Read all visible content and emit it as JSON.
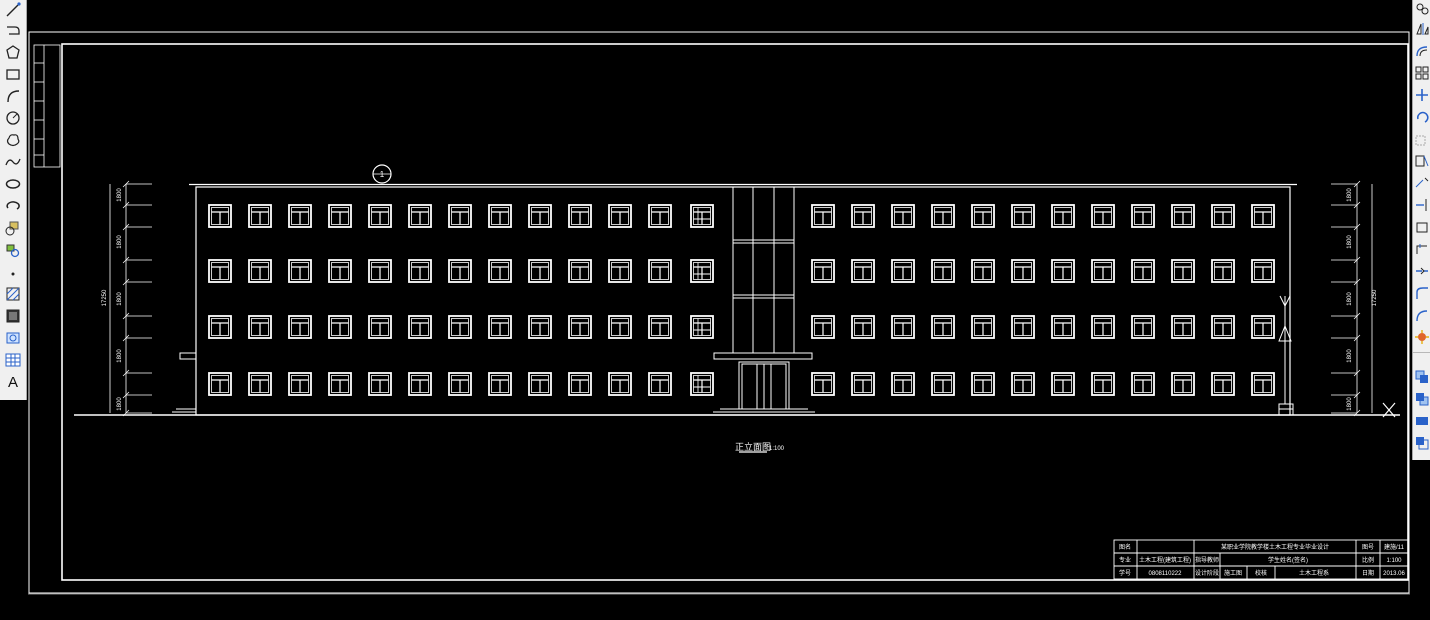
{
  "drawing": {
    "elevation_title": "正立面图",
    "elevation_scale": "1:100",
    "level_marks": [
      "1800",
      "1800",
      "1800",
      "1800",
      "1800"
    ],
    "total_height": "17250",
    "axis_label": "1"
  },
  "title_block": {
    "r1_c1": "图名",
    "r1_title": "某职业学院教学楼土木工程专业毕业设计",
    "r1_c3": "图号",
    "r1_c4": "建施/11",
    "r2_c1": "专业",
    "r2_c2": "土木工程(建筑工程)",
    "r2_c3": "指导教师",
    "r2_c4": "学生姓名(签名)",
    "r2_c5": "比例",
    "r2_c6": "1:100",
    "r3_c1": "学号",
    "r3_c2": "0808110222",
    "r3_c3": "设计阶段",
    "r3_c4": "施工图",
    "r3_c5": "校核",
    "r3_c6": "土木工程系",
    "r3_c7": "日期",
    "r3_c8": "2013.06"
  },
  "toolbar": {
    "text_tool_glyph": "A"
  }
}
